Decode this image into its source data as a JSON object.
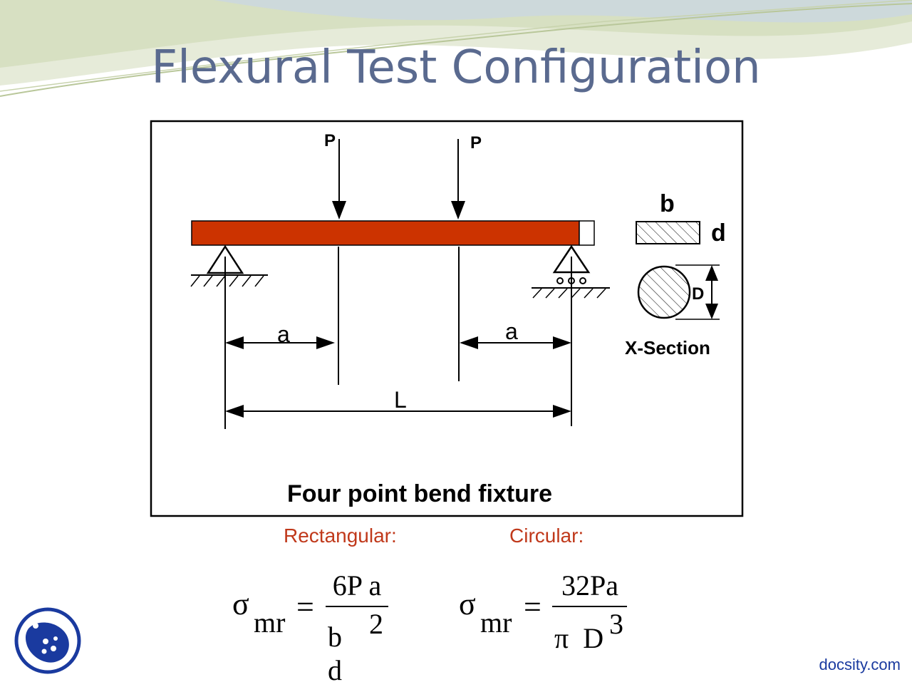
{
  "title": "Flexural Test Configuration",
  "diagram": {
    "load_label_left": "P",
    "load_label_right": "P",
    "span_a_left": "a",
    "span_a_right": "a",
    "span_total": "L",
    "xsec_b": "b",
    "xsec_d": "d",
    "xsec_D": "D",
    "xsec_caption": "X-Section",
    "caption": "Four point bend fixture",
    "beam_color": "#cc3300"
  },
  "formulas": {
    "rect_label": "Rectangular:",
    "circ_label": "Circular:",
    "rect": {
      "lhs": "σ",
      "sub": "mr",
      "eq": "=",
      "num": "6P a",
      "den": "b d",
      "sup": "2"
    },
    "circ": {
      "lhs": "σ",
      "sub": "mr",
      "eq": "=",
      "num": "32Pa",
      "den": "π  D",
      "sup": "3"
    }
  },
  "watermark": "docsity.com"
}
